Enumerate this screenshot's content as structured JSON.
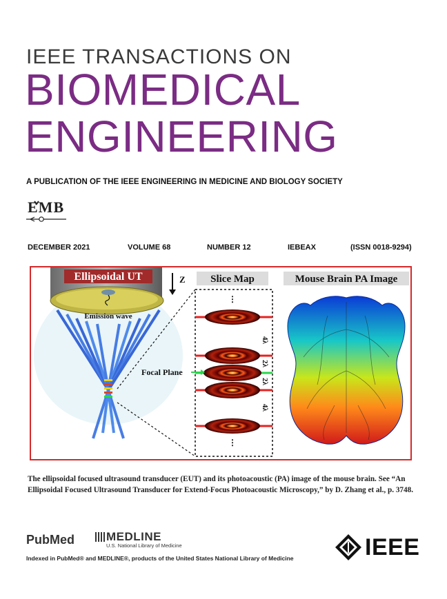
{
  "header": {
    "series": "IEEE TRANSACTIONS ON",
    "title_line1": "BIOMEDICAL",
    "title_line2": "ENGINEERING",
    "publication": "A PUBLICATION OF THE IEEE ENGINEERING IN MEDICINE AND BIOLOGY SOCIETY",
    "society_logo_text": "EMB"
  },
  "meta": {
    "date": "DECEMBER 2021",
    "volume": "VOLUME 68",
    "number": "NUMBER 12",
    "code": "IEBEAX",
    "issn": "(ISSN 0018-9294)"
  },
  "figure": {
    "panel1_title": "Ellipsoidal UT",
    "emission_label": "Emission wave",
    "axis_label": "Z",
    "panel2_title": "Slice Map",
    "focal_label": "Focal Plane",
    "spacing_top": "4λ",
    "spacing_mid1": "2λ",
    "spacing_mid2": "2λ",
    "spacing_bottom": "4λ",
    "dots": "⋮",
    "panel3_title": "Mouse Brain PA Image"
  },
  "caption": {
    "text": "The ellipsoidal focused ultrasound transducer (EUT) and its photoacoustic (PA) image of the mouse brain. See “An Ellipsoidal Focused Ultrasound Transducer for Extend-Focus Photoacoustic Microscopy,” by D. Zhang et al., p. 3748."
  },
  "footer": {
    "pubmed": "PubMed",
    "medline": "MEDLINE",
    "medline_sub": "U.S. National Library of Medicine",
    "indexed": "Indexed in PubMed® and MEDLINE®, products of the United States National Library of Medicine",
    "ieee": "IEEE"
  },
  "colors": {
    "title_purple": "#7b2c84",
    "frame_red": "#d62828"
  }
}
